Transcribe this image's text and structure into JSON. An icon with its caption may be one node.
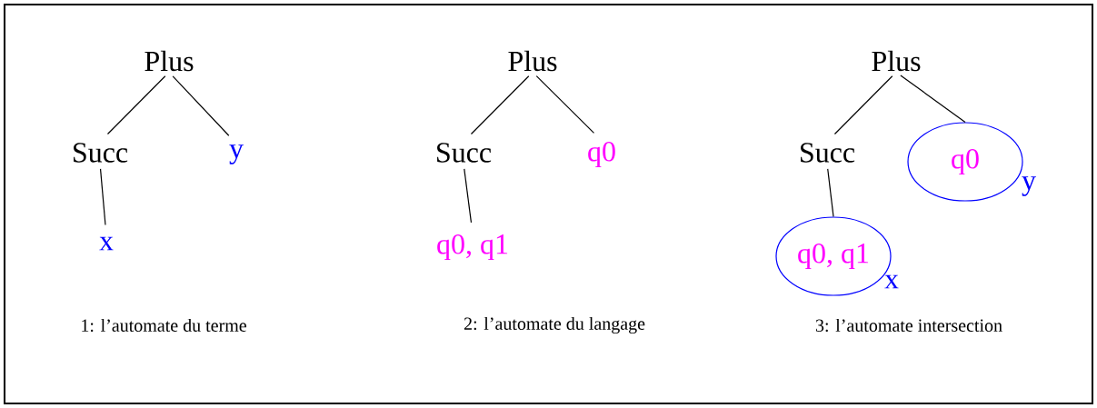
{
  "diagram": {
    "nodes": [
      {
        "text": [
          "Plus"
        ]
      },
      {
        "text": [
          "Succ"
        ]
      },
      {
        "text": [
          "y"
        ]
      },
      {
        "text": [
          "x"
        ]
      },
      {
        "text": [
          "Plus"
        ]
      },
      {
        "text": [
          "Succ"
        ]
      },
      {
        "text": [
          "q0"
        ]
      },
      {
        "text": [
          "q0, q1"
        ]
      },
      {
        "text": [
          "Plus"
        ]
      },
      {
        "text": [
          "Succ"
        ]
      },
      {
        "text": [
          "q0"
        ],
        "beside": [
          "y"
        ]
      },
      {
        "text": [
          "q0, q1"
        ],
        "beside": [
          "x"
        ]
      }
    ],
    "edges": [
      {
        "from": 0,
        "to": 1,
        "arrow": "none"
      },
      {
        "from": 0,
        "to": 2,
        "arrow": "none"
      },
      {
        "from": 1,
        "to": 3,
        "arrow": "none"
      },
      {
        "from": 4,
        "to": 5,
        "arrow": "none"
      },
      {
        "from": 4,
        "to": 6,
        "arrow": "none"
      },
      {
        "from": 5,
        "to": 7,
        "arrow": "none"
      },
      {
        "from": 8,
        "to": 9,
        "arrow": "none"
      },
      {
        "from": 8,
        "to": 10,
        "arrow": "none"
      },
      {
        "from": 9,
        "to": 11,
        "arrow": "none"
      }
    ],
    "labels": [
      "1: l’automate du terme",
      "2: l’automate du langage",
      "3: l’automate intersection"
    ]
  }
}
